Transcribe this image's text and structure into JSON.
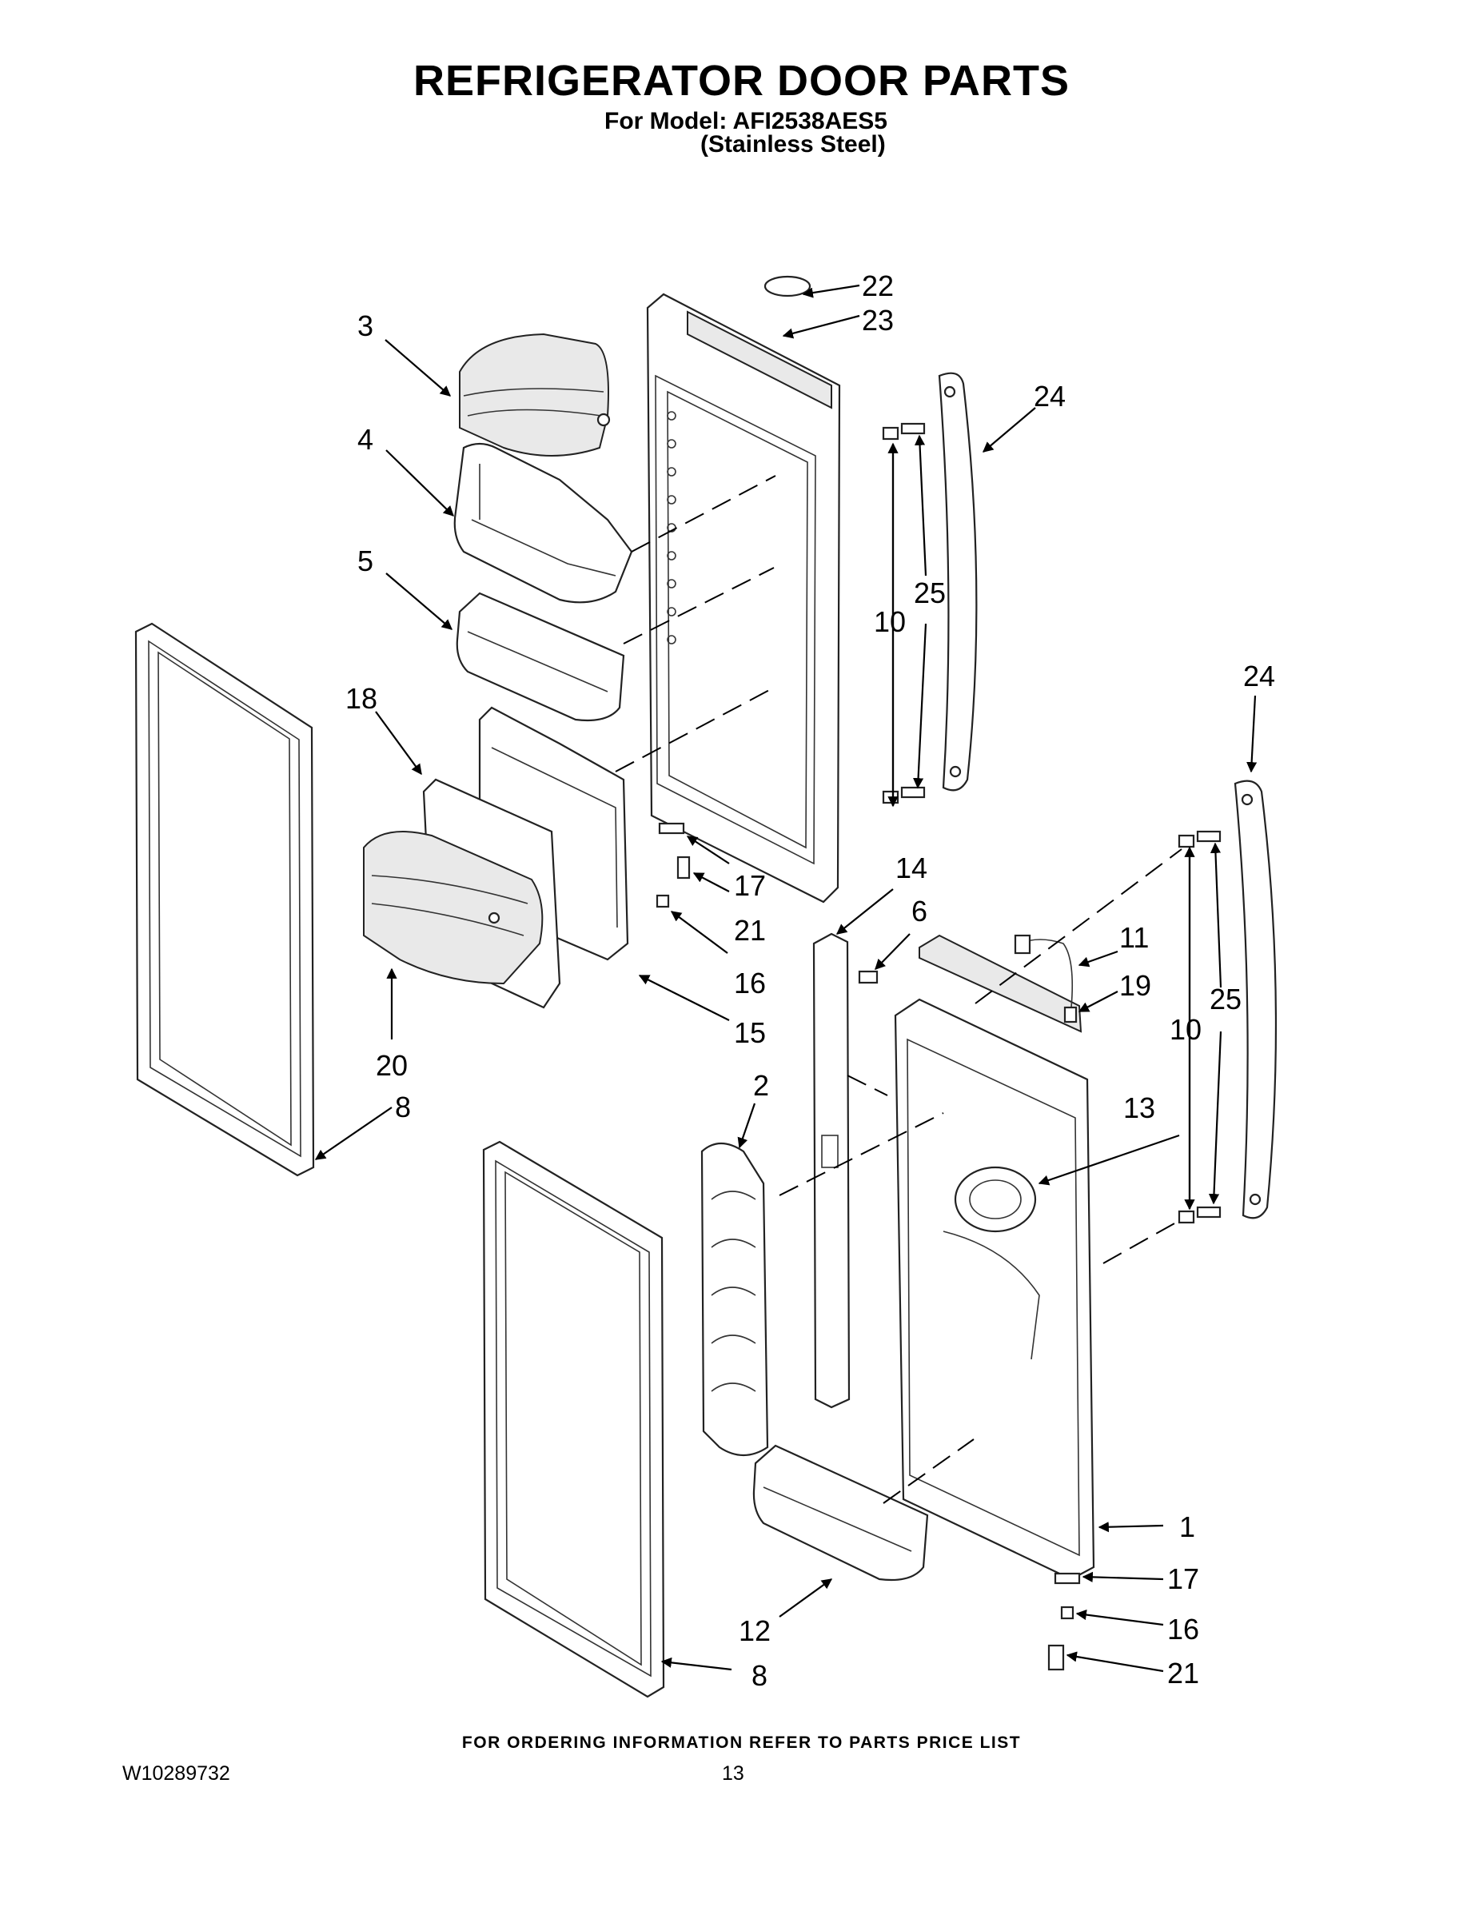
{
  "header": {
    "title": "REFRIGERATOR DOOR PARTS",
    "model_line": "For Model: AFI2538AES5",
    "model_variant": "(Stainless Steel)"
  },
  "callouts": {
    "c1": "1",
    "c2": "2",
    "c3": "3",
    "c4": "4",
    "c5": "5",
    "c6": "6",
    "c8a": "8",
    "c8b": "8",
    "c10a": "10",
    "c10b": "10",
    "c11": "11",
    "c12": "12",
    "c13": "13",
    "c14": "14",
    "c15": "15",
    "c16a": "16",
    "c16b": "16",
    "c17a": "17",
    "c17b": "17",
    "c18": "18",
    "c19": "19",
    "c20": "20",
    "c21a": "21",
    "c21b": "21",
    "c22": "22",
    "c23": "23",
    "c24a": "24",
    "c24b": "24",
    "c25a": "25",
    "c25b": "25"
  },
  "footer": {
    "note": "FOR ORDERING INFORMATION REFER TO PARTS PRICE LIST",
    "doc_number": "W10289732",
    "page_number": "13"
  }
}
